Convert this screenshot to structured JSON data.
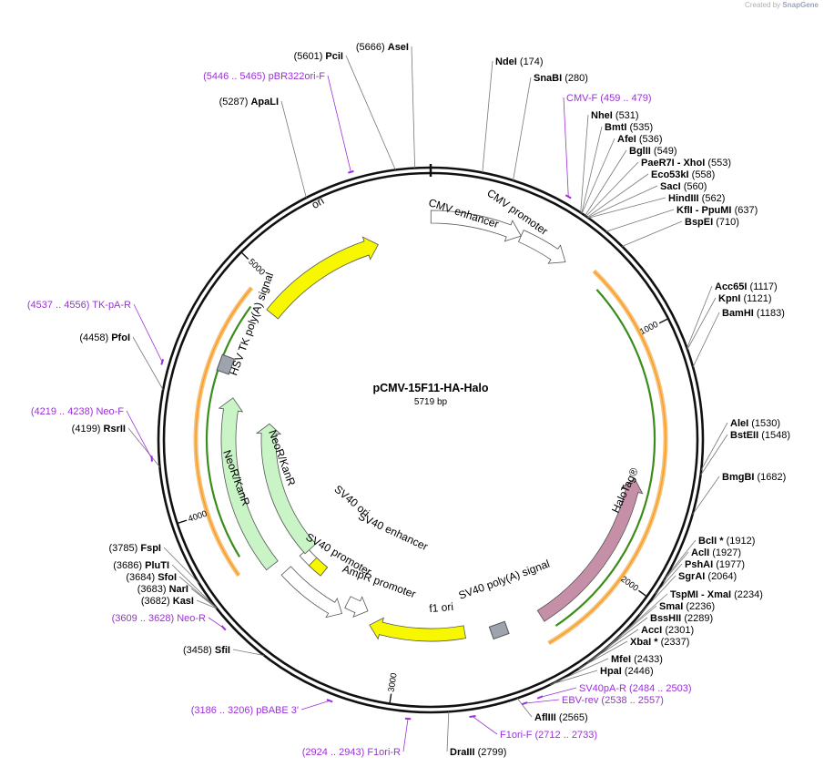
{
  "app": {
    "credit_prefix": "Created by",
    "credit_brand": "SnapGene"
  },
  "plasmid": {
    "name": "pCMV-15F11-HA-Halo",
    "length_label": "5719 bp",
    "length": 5719
  },
  "colors": {
    "backbone": "#111111",
    "enzyme_label": "#000000",
    "enzyme_position": "#000000",
    "primer": "#9b30d9",
    "leader": "#777777",
    "ori": "#f7f700",
    "neo": "#c9f5c6",
    "halo": "#c68fa8",
    "promoter": "#ffffff",
    "orf": "#f4c27a",
    "orf_core": "#ff9a1f",
    "orf_inner": "#3a8c1b",
    "polyA": "#9ea4ad"
  },
  "ruler": [
    {
      "pos": 1000,
      "label": "1000"
    },
    {
      "pos": 2000,
      "label": "2000"
    },
    {
      "pos": 3000,
      "label": "3000"
    },
    {
      "pos": 4000,
      "label": "4000"
    },
    {
      "pos": 5000,
      "label": "5000"
    }
  ],
  "enzymes": [
    {
      "name": "NdeI",
      "pos": 174,
      "pos_label": "(174)"
    },
    {
      "name": "SnaBI",
      "pos": 280,
      "pos_label": "(280)"
    },
    {
      "name": "NheI",
      "pos": 531,
      "pos_label": "(531)"
    },
    {
      "name": "BmtI",
      "pos": 535,
      "pos_label": "(535)"
    },
    {
      "name": "AfeI",
      "pos": 536,
      "pos_label": "(536)"
    },
    {
      "name": "BglII",
      "pos": 549,
      "pos_label": "(549)"
    },
    {
      "name": "PaeR7I   - XhoI",
      "pos": 553,
      "pos_label": "(553)"
    },
    {
      "name": "Eco53kI",
      "pos": 558,
      "pos_label": "(558)"
    },
    {
      "name": "SacI",
      "pos": 560,
      "pos_label": "(560)"
    },
    {
      "name": "HindIII",
      "pos": 562,
      "pos_label": "(562)"
    },
    {
      "name": "KflI   - PpuMI",
      "pos": 637,
      "pos_label": "(637)"
    },
    {
      "name": "BspEI",
      "pos": 710,
      "pos_label": "(710)"
    },
    {
      "name": "Acc65I",
      "pos": 1117,
      "pos_label": "(1117)"
    },
    {
      "name": "KpnI",
      "pos": 1121,
      "pos_label": "(1121)"
    },
    {
      "name": "BamHI",
      "pos": 1183,
      "pos_label": "(1183)"
    },
    {
      "name": "AleI",
      "pos": 1530,
      "pos_label": "(1530)"
    },
    {
      "name": "BstEII",
      "pos": 1548,
      "pos_label": "(1548)"
    },
    {
      "name": "BmgBI",
      "pos": 1682,
      "pos_label": "(1682)"
    },
    {
      "name": "BclI *",
      "pos": 1912,
      "pos_label": "(1912)"
    },
    {
      "name": "AclI",
      "pos": 1927,
      "pos_label": "(1927)"
    },
    {
      "name": "PshAI",
      "pos": 1977,
      "pos_label": "(1977)"
    },
    {
      "name": "SgrAI",
      "pos": 2064,
      "pos_label": "(2064)"
    },
    {
      "name": "TspMI   - XmaI",
      "pos": 2234,
      "pos_label": "(2234)"
    },
    {
      "name": "SmaI",
      "pos": 2236,
      "pos_label": "(2236)"
    },
    {
      "name": "BssHII",
      "pos": 2289,
      "pos_label": "(2289)"
    },
    {
      "name": "AccI",
      "pos": 2301,
      "pos_label": "(2301)"
    },
    {
      "name": "XbaI *",
      "pos": 2337,
      "pos_label": "(2337)"
    },
    {
      "name": "MfeI",
      "pos": 2433,
      "pos_label": "(2433)"
    },
    {
      "name": "HpaI",
      "pos": 2446,
      "pos_label": "(2446)"
    },
    {
      "name": "AflIII",
      "pos": 2565,
      "pos_label": "(2565)"
    },
    {
      "name": "DraIII",
      "pos": 2799,
      "pos_label": "(2799)"
    },
    {
      "name": "SfiI",
      "pos": 3458,
      "pos_label": "(3458)"
    },
    {
      "name": "KasI",
      "pos": 3682,
      "pos_label": "(3682)"
    },
    {
      "name": "NarI",
      "pos": 3683,
      "pos_label": "(3683)"
    },
    {
      "name": "SfoI",
      "pos": 3684,
      "pos_label": "(3684)"
    },
    {
      "name": "PluTI",
      "pos": 3686,
      "pos_label": "(3686)"
    },
    {
      "name": "FspI",
      "pos": 3785,
      "pos_label": "(3785)"
    },
    {
      "name": "RsrII",
      "pos": 4199,
      "pos_label": "(4199)"
    },
    {
      "name": "PfoI",
      "pos": 4458,
      "pos_label": "(4458)"
    },
    {
      "name": "ApaLI",
      "pos": 5287,
      "pos_label": "(5287)"
    },
    {
      "name": "PciI",
      "pos": 5601,
      "pos_label": "(5601)"
    },
    {
      "name": "AseI",
      "pos": 5666,
      "pos_label": "(5666)"
    }
  ],
  "primers": [
    {
      "name": "CMV-F",
      "range": "(459 .. 479)",
      "start": 459,
      "end": 479
    },
    {
      "name": "SV40pA-R",
      "range": "(2484 .. 2503)",
      "start": 2484,
      "end": 2503
    },
    {
      "name": "EBV-rev",
      "range": "(2538 .. 2557)",
      "start": 2538,
      "end": 2557
    },
    {
      "name": "F1ori-F",
      "range": "(2712 .. 2733)",
      "start": 2712,
      "end": 2733
    },
    {
      "name": "F1ori-R",
      "range": "(2924 .. 2943)",
      "start": 2924,
      "end": 2943
    },
    {
      "name": "pBABE 3'",
      "range": "(3186 .. 3206)",
      "start": 3186,
      "end": 3206
    },
    {
      "name": "Neo-R",
      "range": "(3609 .. 3628)",
      "start": 3609,
      "end": 3628
    },
    {
      "name": "Neo-F",
      "range": "(4219 .. 4238)",
      "start": 4219,
      "end": 4238
    },
    {
      "name": "TK-pA-R",
      "range": "(4537 .. 4556)",
      "start": 4537,
      "end": 4556
    },
    {
      "name": "pBR322ori-F",
      "range": "(5446 .. 5465)",
      "start": 5446,
      "end": 5465
    }
  ],
  "features": [
    {
      "name": "CMV enhancer",
      "type": "promoter",
      "start": 1,
      "end": 380,
      "strand": 1
    },
    {
      "name": "CMV promoter",
      "type": "promoter",
      "start": 380,
      "end": 590,
      "strand": 1
    },
    {
      "name": "HaloTag®",
      "type": "halo",
      "start": 1600,
      "end": 2350,
      "strand": -1
    },
    {
      "name": "SV40 poly(A) signal",
      "type": "polyA",
      "start": 2480,
      "end": 2610,
      "strand": 0
    },
    {
      "name": "f1 ori",
      "type": "ori",
      "start": 2700,
      "end": 3150,
      "strand": 1
    },
    {
      "name": "AmpR promoter",
      "type": "promoter",
      "start": 3180,
      "end": 3290,
      "strand": -1
    },
    {
      "name": "SV40 promoter",
      "type": "promoter",
      "start": 3290,
      "end": 3620,
      "strand": -1
    },
    {
      "name": "SV40 enhancer",
      "type": "promoter",
      "start": 3480,
      "end": 3630,
      "strand": 0
    },
    {
      "name": "SV40 ori",
      "type": "ori",
      "start": 3480,
      "end": 3560,
      "strand": 0
    },
    {
      "name": "NeoR/KanR",
      "type": "neo",
      "start": 3680,
      "end": 4480,
      "strand": 1
    },
    {
      "name": "HSV TK poly(A) signal",
      "type": "polyA",
      "start": 4590,
      "end": 4630,
      "strand": 0
    },
    {
      "name": "ori",
      "type": "ori",
      "start": 4900,
      "end": 5480,
      "strand": 1
    }
  ],
  "orfs": [
    {
      "start": 700,
      "end": 2380,
      "strand": 1
    },
    {
      "start": 3730,
      "end": 4930,
      "strand": 1
    }
  ]
}
